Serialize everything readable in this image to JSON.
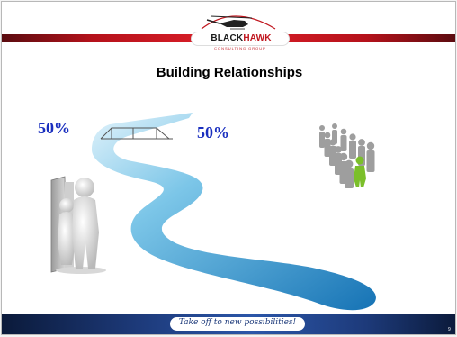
{
  "header": {
    "logo_black": "BLACK",
    "logo_red": "HAWK",
    "logo_sub": "CONSULTING GROUP"
  },
  "slide": {
    "title": "Building Relationships",
    "percent_left": "50%",
    "percent_right": "50%"
  },
  "footer": {
    "tagline": "Take off to new possibilities!",
    "page_number": "9"
  },
  "colors": {
    "header_red": "#c0161e",
    "footer_blue": "#1d3a7a",
    "percent_blue": "#1a2fbf",
    "river_blue": "#1e8ec9"
  },
  "icons": [
    "helicopter-icon",
    "bridge-icon",
    "river-path-graphic",
    "doorway-figures-graphic",
    "crowd-figures-graphic"
  ]
}
